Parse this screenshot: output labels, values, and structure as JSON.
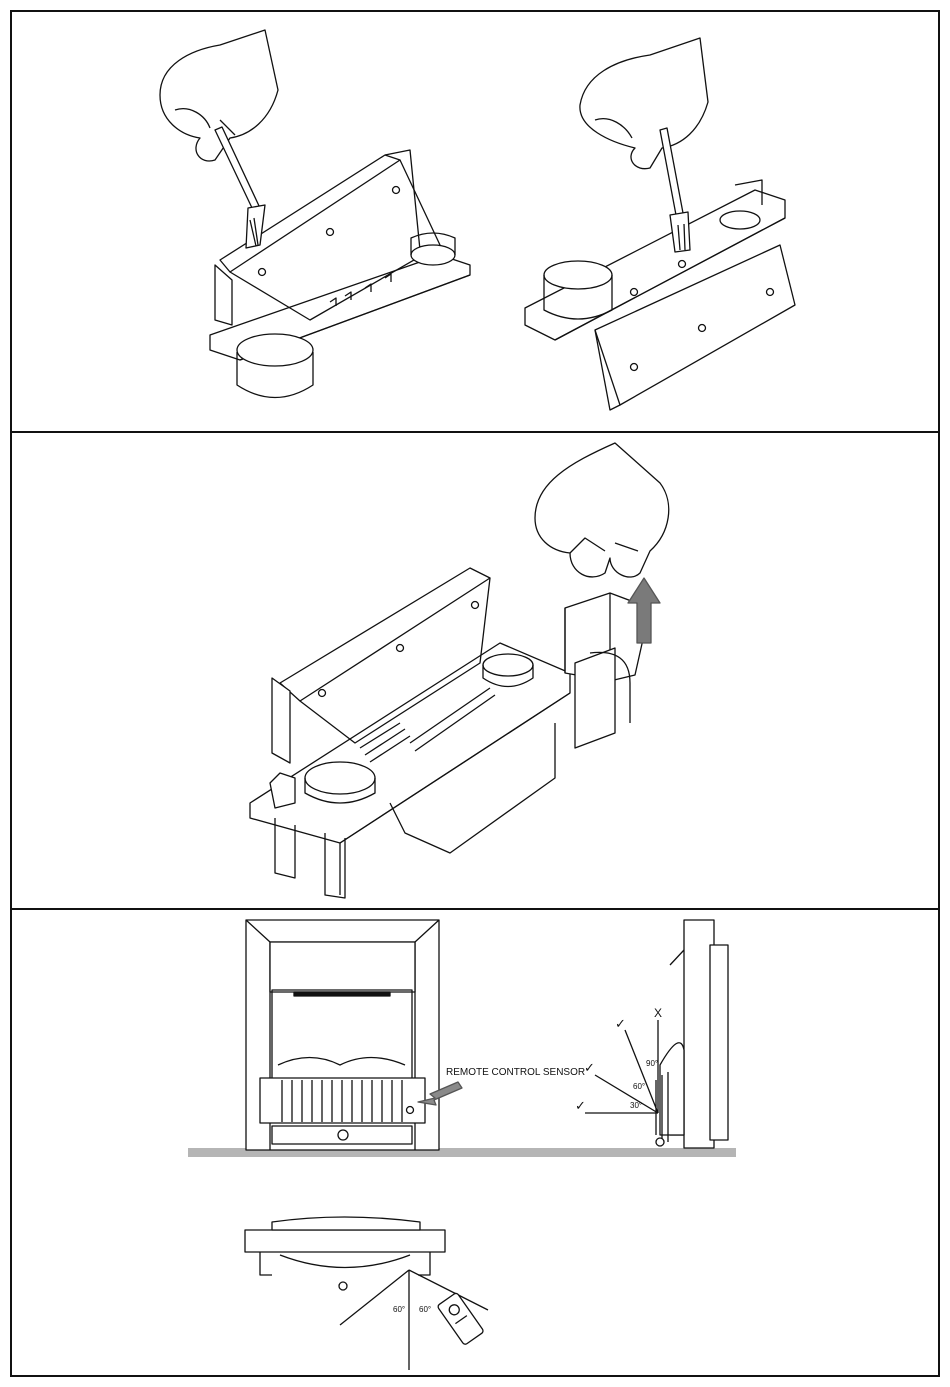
{
  "sensor_label": "REMOTE CONTROL SENSOR",
  "angles": {
    "a90": "90°",
    "a60_side": "60°",
    "a30": "30°",
    "a60_left": "60°",
    "a60_right": "60°"
  },
  "marks": {
    "ok": "✓",
    "no": "X"
  }
}
